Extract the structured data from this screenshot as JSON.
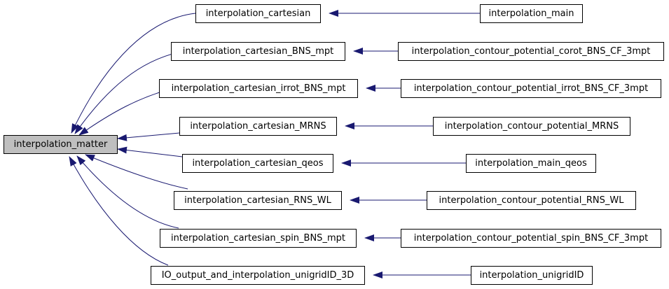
{
  "colors": {
    "edge": "#191970",
    "root_fill": "#bfbfbf",
    "node_fill": "#ffffff",
    "border": "#000000"
  },
  "root": {
    "label": "interpolation_matter"
  },
  "callers": [
    {
      "label": "interpolation_cartesian",
      "caller": "interpolation_main"
    },
    {
      "label": "interpolation_cartesian_BNS_mpt",
      "caller": "interpolation_contour_potential_corot_BNS_CF_3mpt"
    },
    {
      "label": "interpolation_cartesian_irrot_BNS_mpt",
      "caller": "interpolation_contour_potential_irrot_BNS_CF_3mpt"
    },
    {
      "label": "interpolation_cartesian_MRNS",
      "caller": "interpolation_contour_potential_MRNS"
    },
    {
      "label": "interpolation_cartesian_qeos",
      "caller": "interpolation_main_qeos"
    },
    {
      "label": "interpolation_cartesian_RNS_WL",
      "caller": "interpolation_contour_potential_RNS_WL"
    },
    {
      "label": "interpolation_cartesian_spin_BNS_mpt",
      "caller": "interpolation_contour_potential_spin_BNS_CF_3mpt"
    },
    {
      "label": "IO_output_and_interpolation_unigridID_3D",
      "caller": "interpolation_unigridID"
    }
  ]
}
